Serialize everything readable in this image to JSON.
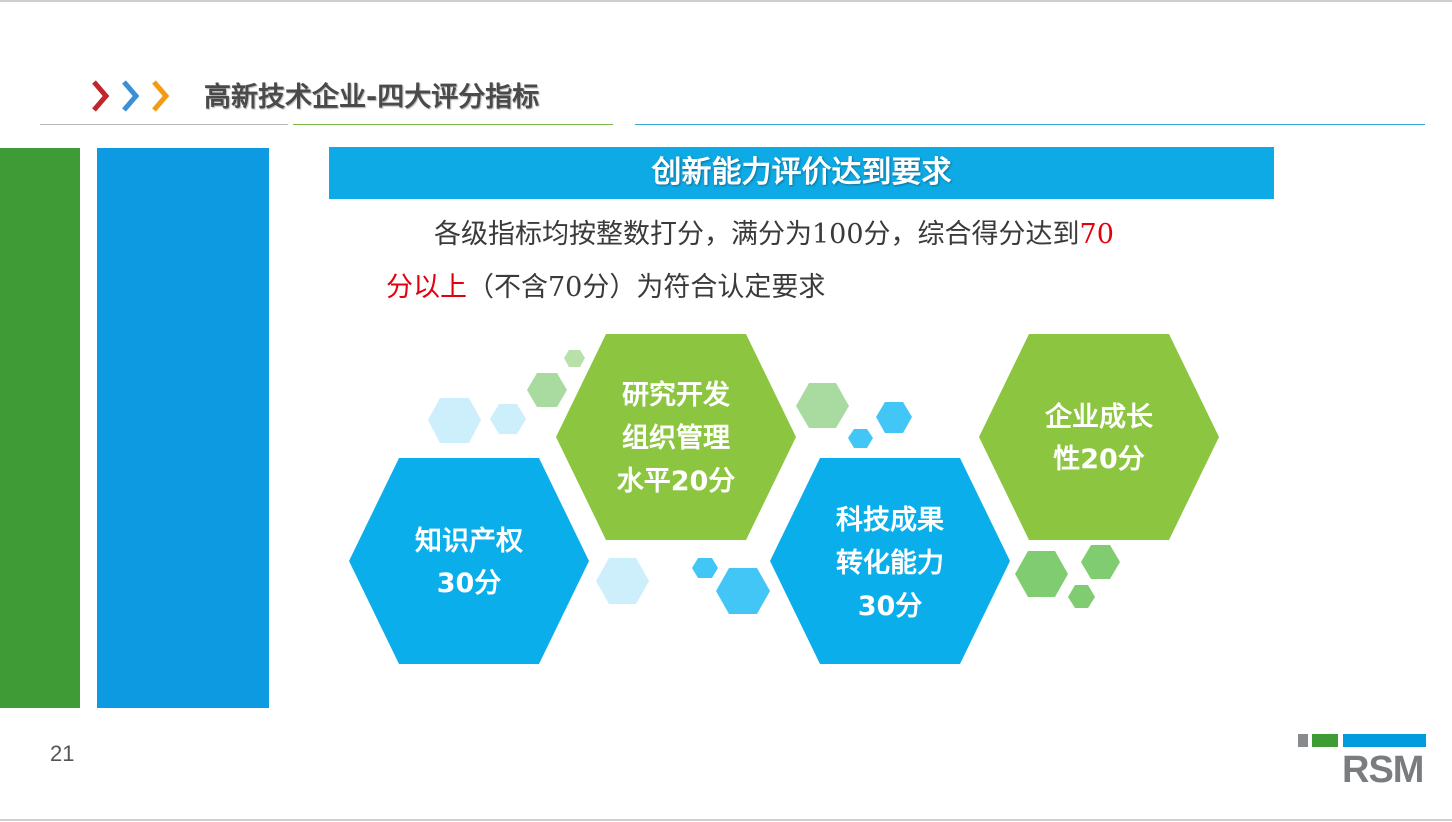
{
  "header": {
    "title": "高新技术企业-四大评分指标",
    "chevron_colors": [
      "#c0272d",
      "#3a8fd6",
      "#f39c12"
    ]
  },
  "banner": {
    "text": "创新能力评价达到要求"
  },
  "paragraph": {
    "line1_text": "各级指标均按整数打分，满分为100分，综合得分达到",
    "line1_highlight": "70",
    "line2_highlight": "分以上",
    "line2_text": "（不含70分）为符合认定要求"
  },
  "indicators": [
    {
      "lines": [
        "知识产权",
        "30分"
      ],
      "color": "#0aaeea"
    },
    {
      "lines": [
        "研究开发",
        "组织管理",
        "水平20分"
      ],
      "color": "#8cc540"
    },
    {
      "lines": [
        "科技成果",
        "转化能力",
        "30分"
      ],
      "color": "#0aaeea"
    },
    {
      "lines": [
        "企业成长",
        "性20分"
      ],
      "color": "#8cc540"
    }
  ],
  "footer": {
    "page_number": "21",
    "logo_text": "RSM"
  },
  "colors": {
    "green_bar": "#3f9b35",
    "blue_bar": "#0e9ae0",
    "banner": "#0eaae6",
    "highlight_red": "#e3000f"
  }
}
